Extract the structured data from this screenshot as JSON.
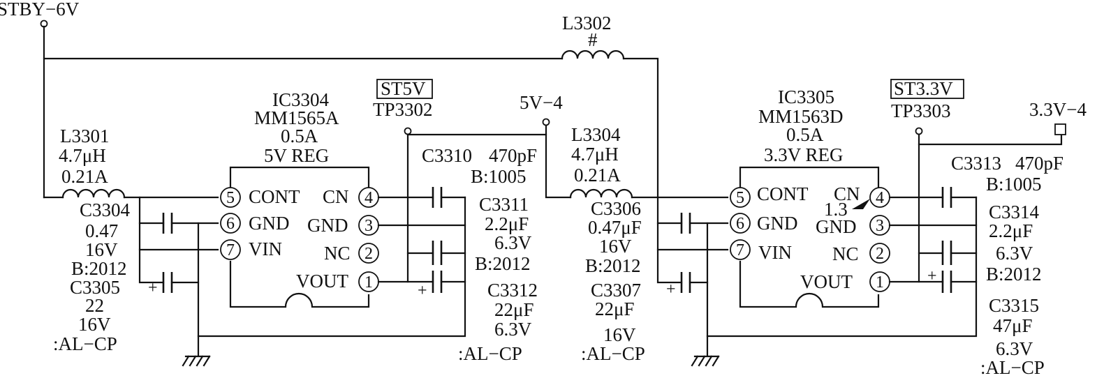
{
  "rail": {
    "label": "STBY−6V"
  },
  "l3302": {
    "ref": "L3302",
    "mark": "#"
  },
  "l3301": {
    "ref": "L3301",
    "value": "4.7μH",
    "current": "0.21A"
  },
  "c3304": {
    "ref": "C3304",
    "value": "0.47",
    "voltage": "16V",
    "size": "B:2012"
  },
  "c3305": {
    "ref": "C3305",
    "value": "22",
    "voltage": "16V",
    "type": ":AL−CP"
  },
  "ic3304": {
    "ref": "IC3304",
    "part": "MM1565A",
    "current": "0.5A",
    "function": "5V REG",
    "pins": {
      "cont": {
        "num": "5",
        "name": "CONT"
      },
      "gnd_l": {
        "num": "6",
        "name": "GND"
      },
      "vin": {
        "num": "7",
        "name": "VIN"
      },
      "cn": {
        "num": "4",
        "name": "CN"
      },
      "gnd_r": {
        "num": "3",
        "name": "GND"
      },
      "nc": {
        "num": "2",
        "name": "NC"
      },
      "vout": {
        "num": "1",
        "name": "VOUT"
      }
    }
  },
  "tp3302": {
    "net": "ST5V",
    "ref": "TP3302"
  },
  "out5v": {
    "label": "5V−4"
  },
  "c3310": {
    "ref": "C3310",
    "value": "470pF",
    "size": "B:1005"
  },
  "c3311": {
    "ref": "C3311",
    "value": "2.2μF",
    "voltage": "6.3V",
    "size": "B:2012"
  },
  "c3312": {
    "ref": "C3312",
    "value": "22μF",
    "voltage": "6.3V",
    "type": ":AL−CP"
  },
  "l3304": {
    "ref": "L3304",
    "value": "4.7μH",
    "current": "0.21A"
  },
  "c3306": {
    "ref": "C3306",
    "value": "0.47μF",
    "voltage": "16V",
    "size": "B:2012"
  },
  "c3307": {
    "ref": "C3307",
    "value": "22μF",
    "voltage": "16V",
    "type": ":AL−CP"
  },
  "ic3305": {
    "ref": "IC3305",
    "part": "MM1563D",
    "current": "0.5A",
    "function": "3.3V REG",
    "cn_voltage": "1.3",
    "pins": {
      "cont": {
        "num": "5",
        "name": "CONT"
      },
      "gnd_l": {
        "num": "6",
        "name": "GND"
      },
      "vin": {
        "num": "7",
        "name": "VIN"
      },
      "cn": {
        "num": "4",
        "name": "CN"
      },
      "gnd_r": {
        "num": "3",
        "name": "GND"
      },
      "nc": {
        "num": "2",
        "name": "NC"
      },
      "vout": {
        "num": "1",
        "name": "VOUT"
      }
    }
  },
  "tp3303": {
    "net": "ST3.3V",
    "ref": "TP3303"
  },
  "out33v": {
    "label": "3.3V−4"
  },
  "c3313": {
    "ref": "C3313",
    "value": "470pF",
    "size": "B:1005"
  },
  "c3314": {
    "ref": "C3314",
    "value": "2.2μF",
    "voltage": "6.3V",
    "size": "B:2012"
  },
  "c3315": {
    "ref": "C3315",
    "value": "47μF",
    "voltage": "6.3V",
    "type": ":AL−CP"
  },
  "polarity_mark": "+"
}
